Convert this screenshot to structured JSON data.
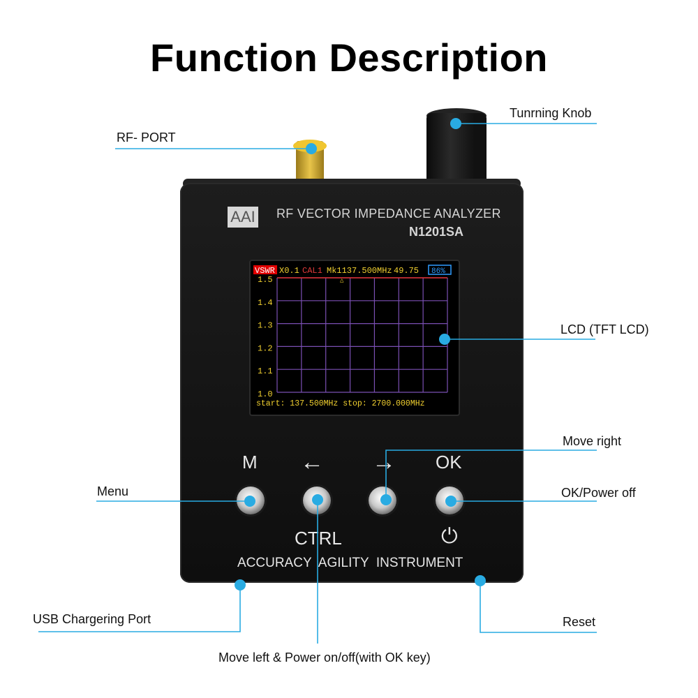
{
  "title": "Function Description",
  "callouts": {
    "knob": "Tunrning Knob",
    "rf_port": "RF- PORT",
    "lcd": "LCD (TFT LCD)",
    "move_right": "Move right",
    "menu": "Menu",
    "ok_power": "OK/Power off",
    "usb": "USB Chargering Port",
    "reset": "Reset",
    "move_left": "Move left & Power on/off(with OK key)"
  },
  "device": {
    "brand": "AAI",
    "model_line1": "RF VECTOR IMPEDANCE ANALYZER",
    "model_line2": "N1201SA",
    "buttons": {
      "m": "M",
      "left": "←",
      "right": "→",
      "ok": "OK"
    },
    "ctrl": "CTRL",
    "power_symbol": "⏻",
    "bottom_text": "ACCURACY  AGILITY  INSTRUMENT"
  },
  "screen": {
    "mode": "VSWR",
    "scale": "X0.1",
    "cal": "CAL1",
    "marker": "Mk1137.500MHz",
    "value": "49.75",
    "battery": "86%",
    "y_ticks": [
      "1.5",
      "1.4",
      "1.3",
      "1.2",
      "1.1",
      "1.0"
    ],
    "bottom": "start:    137.500MHz  stop:    2700.000MHz"
  },
  "colors": {
    "callout_line": "#29abe2",
    "screen_bg": "#000000",
    "grid": "#7a4fb3",
    "mode_bg": "#e00000",
    "scale_color": "#f2d130",
    "cal_color": "#e03a3a",
    "marker_color": "#f2d130",
    "value_color": "#f2d130",
    "battery_color": "#2f9cff",
    "bottom_color": "#f2d130",
    "tick_color": "#f2d130"
  }
}
